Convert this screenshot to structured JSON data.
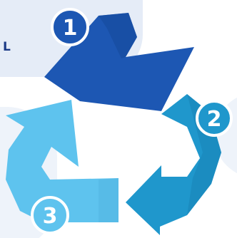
{
  "label_fragment": "L",
  "steps": [
    {
      "number": "1",
      "color": "#1d57b3"
    },
    {
      "number": "2",
      "color": "#1f97cc"
    },
    {
      "number": "3",
      "color": "#5ec3ee"
    }
  ],
  "colors": {
    "badge_ring": "#ffffff",
    "panel": "#e5ecf7",
    "label": "#1b3a86"
  }
}
